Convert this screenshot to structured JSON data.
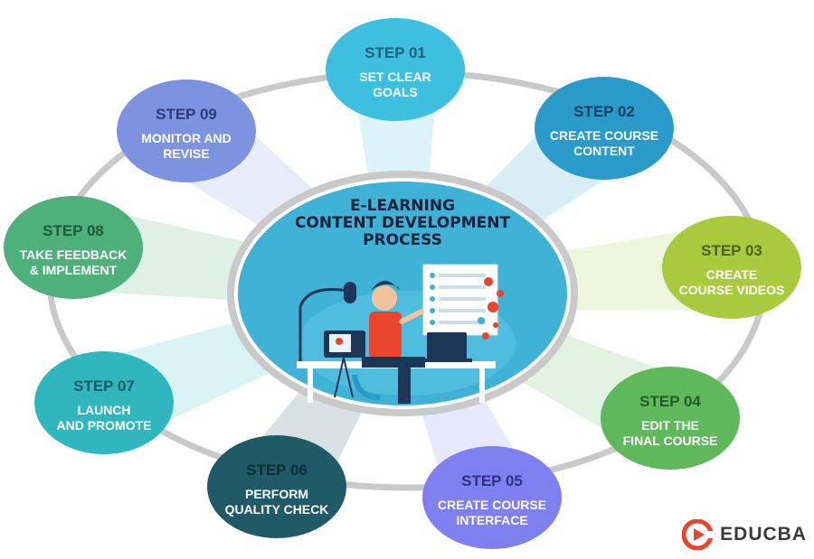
{
  "center": {
    "lines": [
      "E-LEARNING",
      "CONTENT DEVELOPMENT",
      "PROCESS"
    ]
  },
  "steps": [
    {
      "id": "step-01",
      "title": "STEP 01",
      "lines": [
        "SET CLEAR",
        "GOALS"
      ],
      "fill": "#3fbfe0",
      "title_color": "#1f5f82"
    },
    {
      "id": "step-02",
      "title": "STEP 02",
      "lines": [
        "CREATE COURSE",
        "CONTENT"
      ],
      "fill": "#2a9ac9",
      "title_color": "#123f63"
    },
    {
      "id": "step-03",
      "title": "STEP 03",
      "lines": [
        "CREATE",
        "COURSE VIDEOS"
      ],
      "fill": "#a9c93f",
      "title_color": "#4a6416"
    },
    {
      "id": "step-04",
      "title": "STEP 04",
      "lines": [
        "EDIT THE",
        "FINAL COURSE"
      ],
      "fill": "#5fb85b",
      "title_color": "#245c27"
    },
    {
      "id": "step-05",
      "title": "STEP 05",
      "lines": [
        "CREATE COURSE",
        "INTERFACE"
      ],
      "fill": "#7f80f0",
      "title_color": "#2f2f86"
    },
    {
      "id": "step-06",
      "title": "STEP 06",
      "lines": [
        "PERFORM",
        "QUALITY CHECK"
      ],
      "fill": "#1f5a66",
      "title_color": "#0c2d35"
    },
    {
      "id": "step-07",
      "title": "STEP 07",
      "lines": [
        "LAUNCH",
        "AND PROMOTE"
      ],
      "fill": "#2fb7bd",
      "title_color": "#125d63"
    },
    {
      "id": "step-08",
      "title": "STEP 08",
      "lines": [
        "TAKE FEEDBACK",
        "& IMPLEMENT"
      ],
      "fill": "#4fb07c",
      "title_color": "#1b5c3a"
    },
    {
      "id": "step-09",
      "title": "STEP 09",
      "lines": [
        "MONITOR AND",
        "REVISE"
      ],
      "fill": "#7d93e0",
      "title_color": "#2c3a80"
    }
  ],
  "brand": {
    "name": "EDUCBA",
    "logo_color": "#e8452e"
  },
  "colors": {
    "ring": "#c9c9c9",
    "center_fill": "#3fb2d6",
    "center_border": "#c9c9c9",
    "beam_light": "#d8eef7"
  }
}
